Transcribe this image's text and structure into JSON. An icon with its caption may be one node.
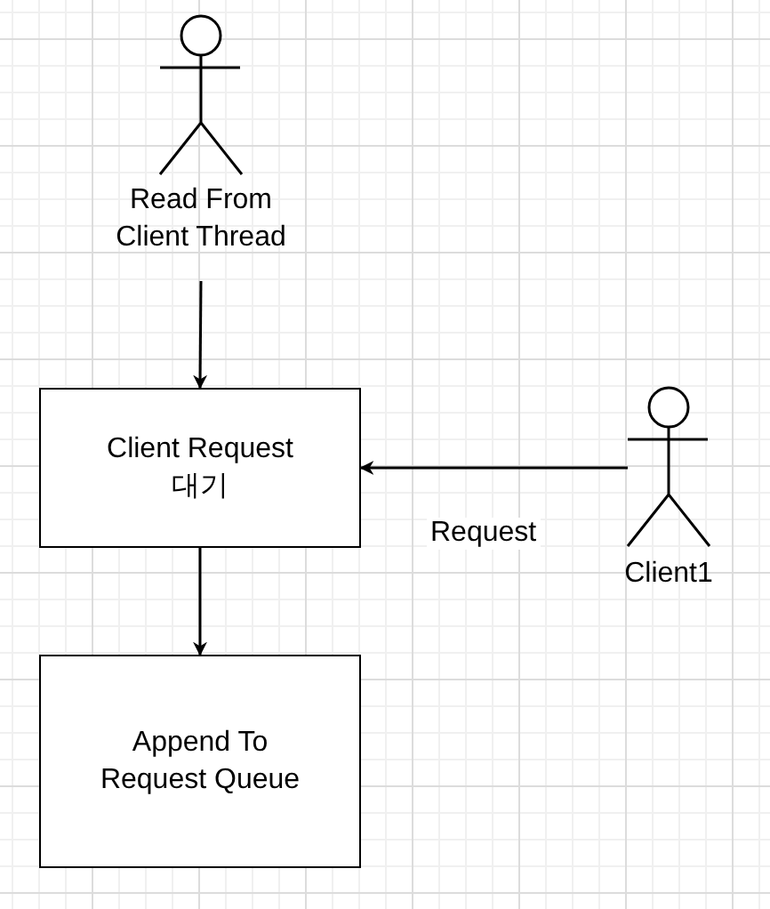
{
  "diagram": {
    "nodes": [
      {
        "text": [
          "Read From Client Thread"
        ]
      },
      {
        "text": [
          "Client Request 대기"
        ]
      },
      {
        "text": [
          "Append To Request Queue"
        ]
      },
      {
        "text": [
          "Client1"
        ]
      }
    ],
    "edges": [
      {
        "from": 0,
        "to": 1,
        "arrow": "to"
      },
      {
        "from": 1,
        "to": 2,
        "arrow": "to"
      },
      {
        "from": 3,
        "to": 1,
        "arrow": "to",
        "label": "Request"
      }
    ]
  }
}
